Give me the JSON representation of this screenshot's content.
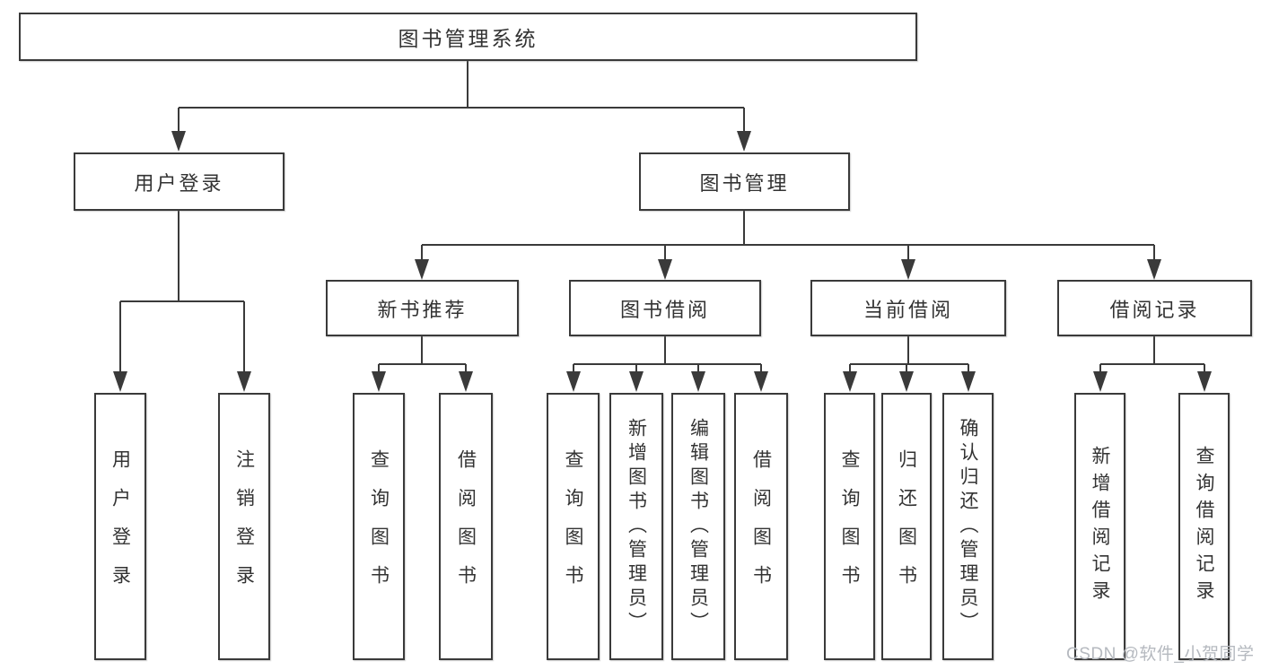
{
  "page": {
    "background": "#ffffff",
    "watermark": "CSDN @软件_小贺同学"
  },
  "colors": {
    "line": "#3a3a3a",
    "text": "#333333",
    "box_background": "#ffffff",
    "watermark": "#b5b9bf"
  },
  "diagram_type": "hierarchy-tree",
  "nodes": {
    "root": {
      "label": "图书管理系统"
    },
    "level2": [
      {
        "label": "用户登录"
      },
      {
        "label": "图书管理"
      }
    ],
    "level3": [
      {
        "label": "新书推荐",
        "parent": "图书管理"
      },
      {
        "label": "图书借阅",
        "parent": "图书管理"
      },
      {
        "label": "当前借阅",
        "parent": "图书管理"
      },
      {
        "label": "借阅记录",
        "parent": "图书管理"
      }
    ],
    "leaves": [
      {
        "label": "用户登录",
        "parent": "用户登录"
      },
      {
        "label": "注销登录",
        "parent": "用户登录"
      },
      {
        "label": "查询图书",
        "parent": "新书推荐"
      },
      {
        "label": "借阅图书",
        "parent": "新书推荐"
      },
      {
        "label": "查询图书",
        "parent": "图书借阅"
      },
      {
        "label": "新增图书（管理员）",
        "parent": "图书借阅"
      },
      {
        "label": "编辑图书（管理员）",
        "parent": "图书借阅"
      },
      {
        "label": "借阅图书",
        "parent": "图书借阅"
      },
      {
        "label": "查询图书",
        "parent": "当前借阅"
      },
      {
        "label": "归还图书",
        "parent": "当前借阅"
      },
      {
        "label": "确认归还（管理员）",
        "parent": "当前借阅"
      },
      {
        "label": "新增借阅记录",
        "parent": "借阅记录"
      },
      {
        "label": "查询借阅记录",
        "parent": "借阅记录"
      }
    ]
  }
}
